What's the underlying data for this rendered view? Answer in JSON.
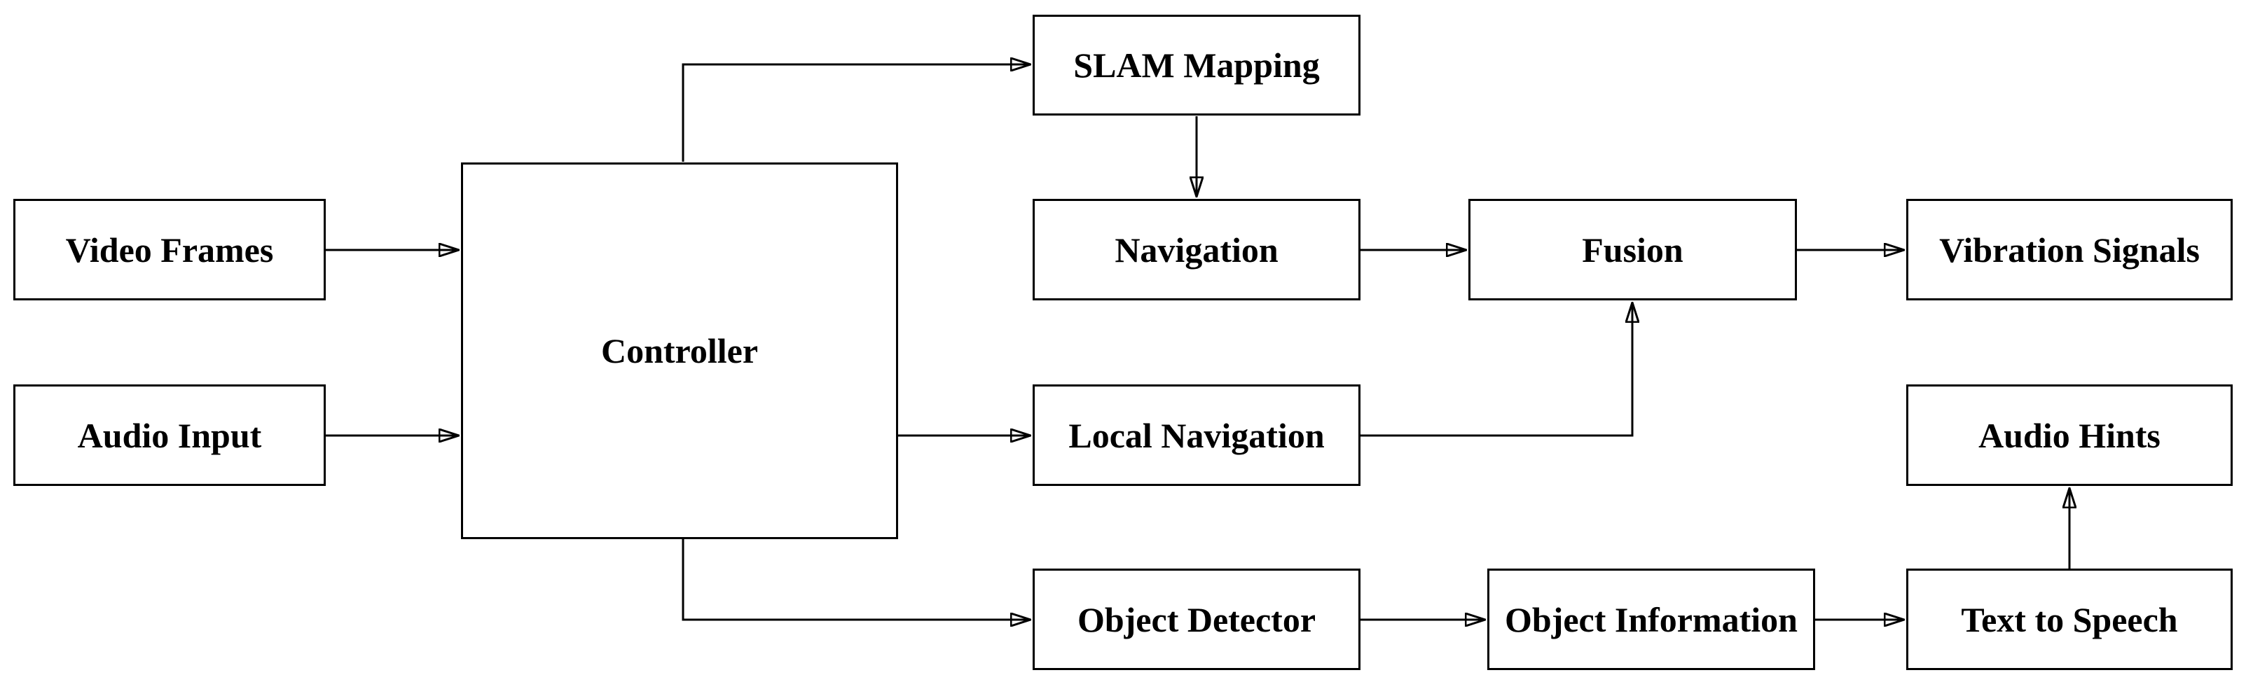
{
  "diagram": {
    "type": "flowchart",
    "colors": {
      "background": "#ffffff",
      "box_fill": "#ffffff",
      "box_border": "#000000",
      "text": "#000000",
      "line": "#000000"
    },
    "nodes": {
      "video_frames": {
        "label": "Video Frames"
      },
      "audio_input": {
        "label": "Audio Input"
      },
      "controller": {
        "label": "Controller"
      },
      "slam_mapping": {
        "label": "SLAM Mapping"
      },
      "navigation": {
        "label": "Navigation"
      },
      "fusion": {
        "label": "Fusion"
      },
      "vibration_signals": {
        "label": "Vibration Signals"
      },
      "local_navigation": {
        "label": "Local Navigation"
      },
      "audio_hints": {
        "label": "Audio Hints"
      },
      "object_detector": {
        "label": "Object Detector"
      },
      "object_information": {
        "label": "Object Information"
      },
      "text_to_speech": {
        "label": "Text to Speech"
      }
    },
    "edges": [
      {
        "from": "video_frames",
        "to": "controller"
      },
      {
        "from": "audio_input",
        "to": "controller"
      },
      {
        "from": "controller",
        "to": "slam_mapping"
      },
      {
        "from": "slam_mapping",
        "to": "navigation"
      },
      {
        "from": "navigation",
        "to": "fusion"
      },
      {
        "from": "fusion",
        "to": "vibration_signals"
      },
      {
        "from": "controller",
        "to": "local_navigation"
      },
      {
        "from": "local_navigation",
        "to": "fusion"
      },
      {
        "from": "controller",
        "to": "object_detector"
      },
      {
        "from": "object_detector",
        "to": "object_information"
      },
      {
        "from": "object_information",
        "to": "text_to_speech"
      },
      {
        "from": "text_to_speech",
        "to": "audio_hints"
      }
    ]
  }
}
